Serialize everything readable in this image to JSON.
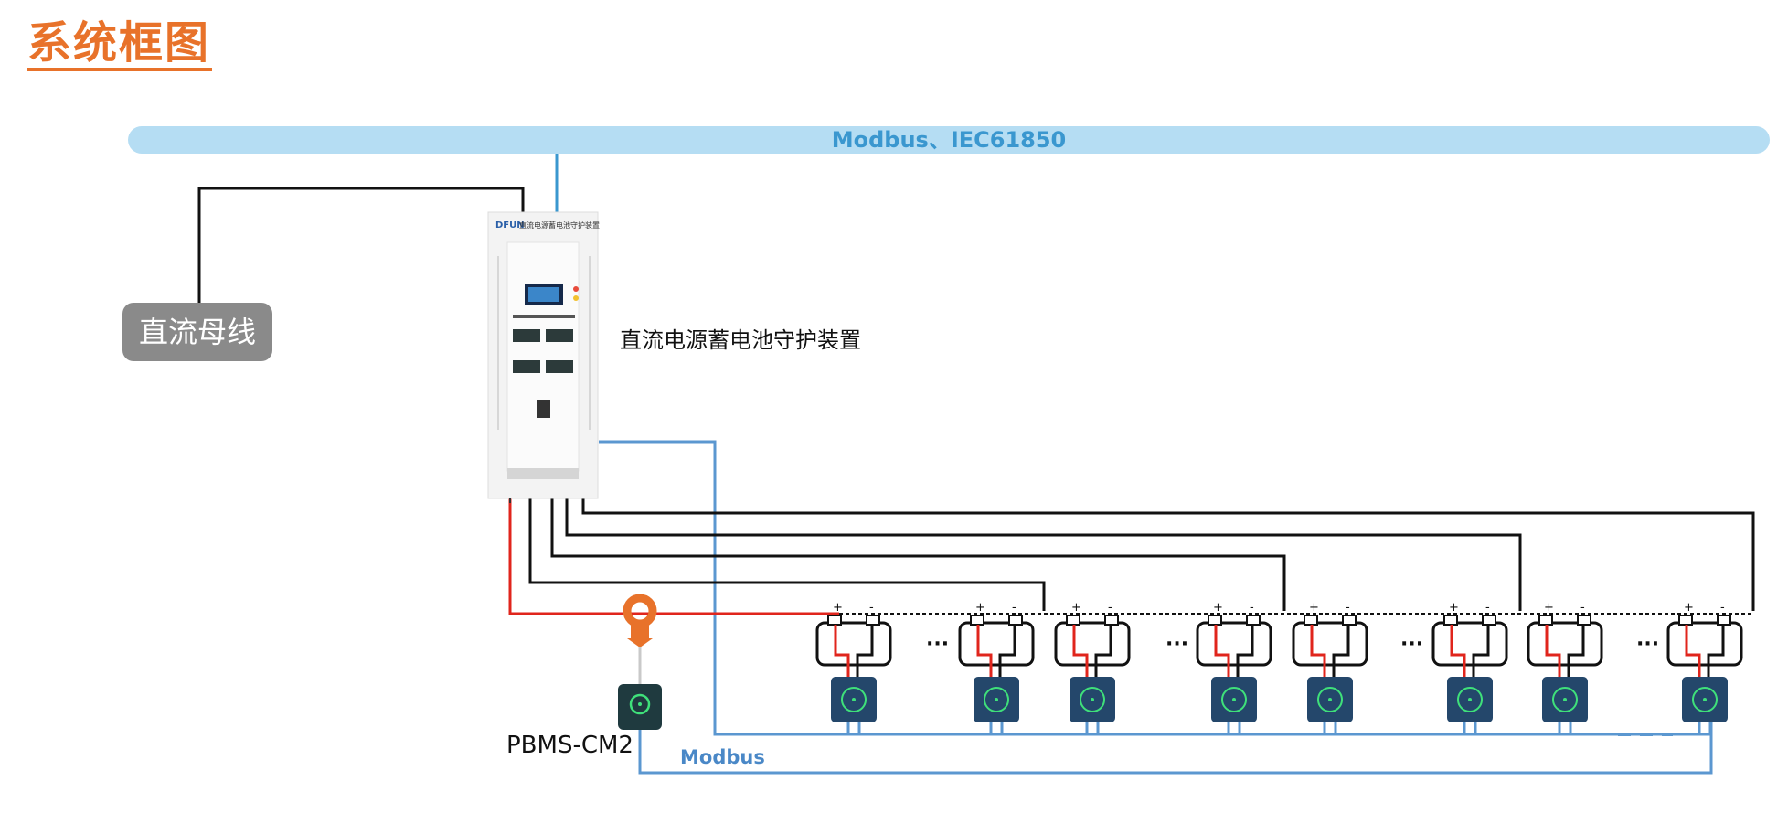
{
  "title": "系统框图",
  "network_bus": {
    "label": "Modbus、IEC61850",
    "color": "#b5ddf3"
  },
  "dc_bus": {
    "label": "直流母线"
  },
  "protection_device": {
    "label": "直流电源蓄电池守护装置",
    "brand": "DFUN",
    "panel_title": "直流电源蓄电池守护装置"
  },
  "monitor": {
    "label": "PBMS-CM2"
  },
  "modbus_link": {
    "label": "Modbus"
  },
  "terminal_plus": "+",
  "terminal_minus": "-",
  "ellipsis": "···",
  "colors": {
    "title": "#e8722a",
    "power_line": "#e0251c",
    "comm_line": "#5b97d0",
    "dc_line": "#111111",
    "sensor": "#e8722a",
    "module": "#24476b"
  }
}
